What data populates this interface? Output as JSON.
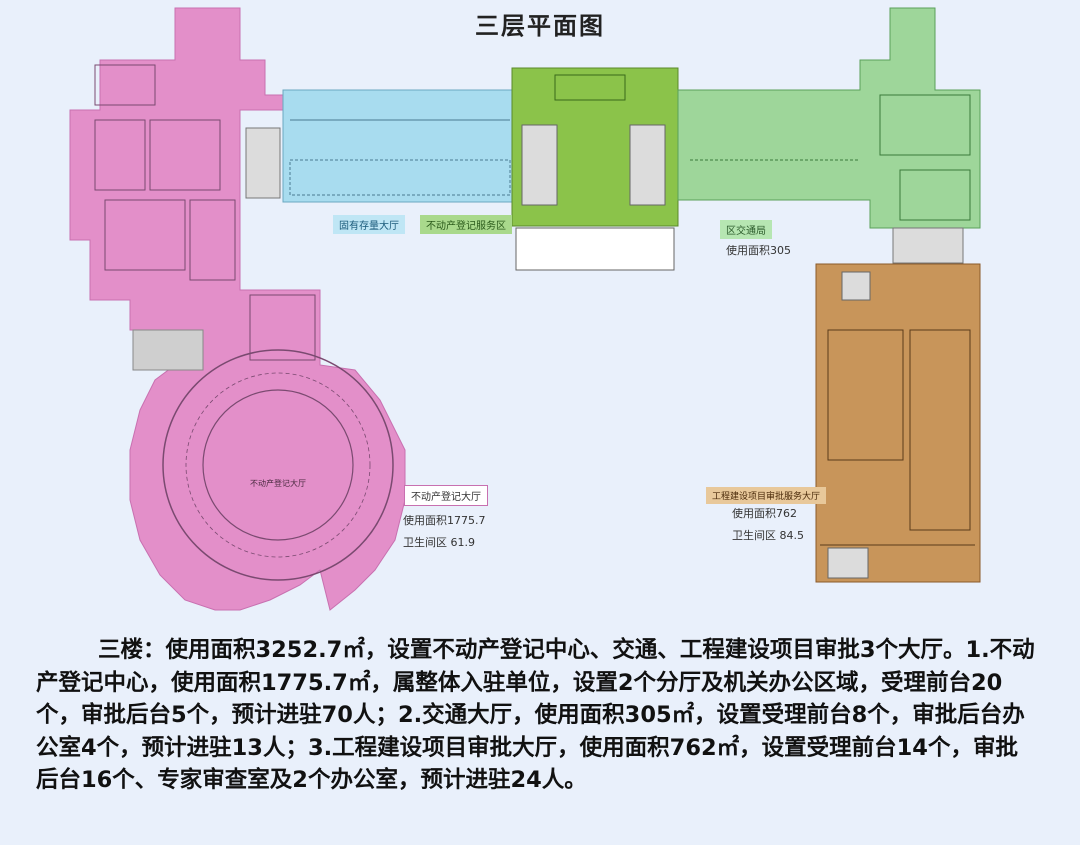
{
  "title": "三层平面图",
  "zones": {
    "real_estate": {
      "color": "#e38fc9",
      "name": "不动产登记大厅",
      "area_label": "使用面积1775.7",
      "restroom_label": "卫生间区 61.9",
      "center_label": "不动产登记大厅"
    },
    "existing_hall": {
      "color": "#a8dcef",
      "name": "固有存量大厅",
      "service_area": "不动产登记服务区"
    },
    "green_core": {
      "color": "#8bc34a"
    },
    "transport": {
      "color": "#9ed69a",
      "name": "区交通局",
      "area_label": "使用面积305"
    },
    "engineering": {
      "color": "#c8955a",
      "name": "工程建设项目审批服务大厅",
      "area_label": "使用面积762",
      "restroom_label": "卫生间区 84.5"
    }
  },
  "description": "三楼：使用面积3252.7㎡，设置不动产登记中心、交通、工程建设项目审批3个大厅。1.不动产登记中心，使用面积1775.7㎡，属整体入驻单位，设置2个分厅及机关办公区域，受理前台20个，审批后台5个，预计进驻70人；2.交通大厅，使用面积305㎡，设置受理前台8个，审批后台办公室4个，预计进驻13人；3.工程建设项目审批大厅，使用面积762㎡，设置受理前台14个，审批后台16个、专家审查室及2个办公室，预计进驻24人。"
}
